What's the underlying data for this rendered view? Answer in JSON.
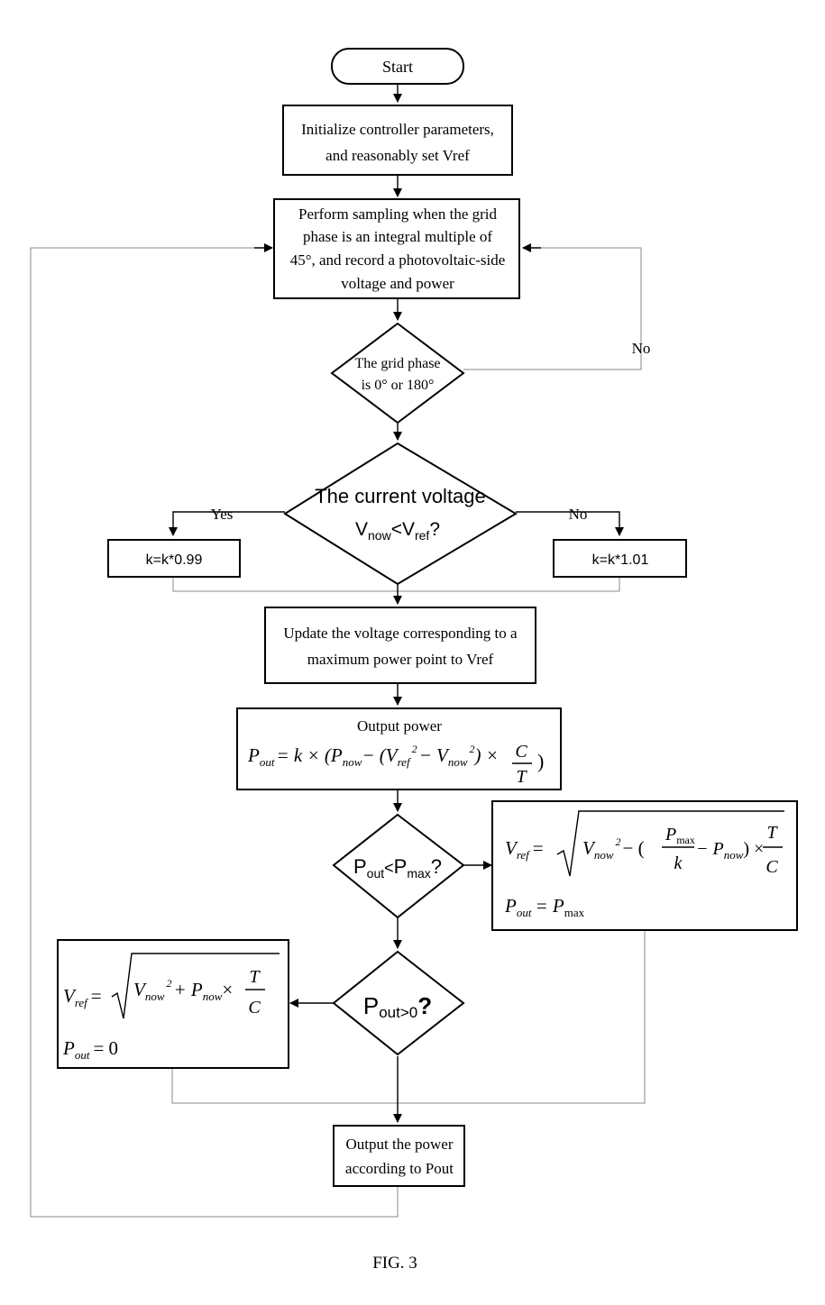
{
  "start": "Start",
  "init": {
    "line1": "Initialize controller parameters,",
    "line2": "and reasonably set Vref"
  },
  "sampling": {
    "line1": "Perform sampling when the grid",
    "line2": "phase is an integral multiple of",
    "line3": "45°, and record a photovoltaic-side",
    "line4": "voltage and power"
  },
  "phase_decision": {
    "line1": "The grid phase",
    "line2": "is 0° or 180°",
    "no_label": "No"
  },
  "voltage_decision": {
    "line1": "The current voltage",
    "v1": "V",
    "v1_sub": "now",
    "lt": "<",
    "v2": "V",
    "v2_sub": "ref",
    "q": "?",
    "yes_label": "Yes",
    "no_label": "No"
  },
  "k_decrease": "k=k*0.99",
  "k_increase": "k=k*1.01",
  "update": {
    "line1": "Update the voltage corresponding to a",
    "line2": "maximum power point to Vref"
  },
  "output_calc": {
    "title": "Output power",
    "P": "P",
    "out": "out",
    "eq_k": "= k × (P",
    "now": "now",
    "minus_v": "− (V",
    "ref": "ref",
    "sq": "2",
    "minus_v2": "− V",
    "close": ") ×",
    "C": "C",
    "T": "T",
    "end": ")"
  },
  "pmax_decision": {
    "P": "P",
    "out": "out",
    "lt": "<",
    "P2": "P",
    "max": "max",
    "q": "?"
  },
  "pmax_box": {
    "V": "V",
    "ref": "ref",
    "eq": "=",
    "Vn": "V",
    "now": "now",
    "sq": "2",
    "minus": "− (",
    "Pmax": "P",
    "max": "max",
    "k": "k",
    "minusP": "− P",
    "now2": "now",
    "close": ") ×",
    "T": "T",
    "C": "C",
    "P": "P",
    "out": "out",
    "eq2": "= P",
    "max2": "max"
  },
  "zero_decision": {
    "P": "P",
    "out": "out",
    "gt": ">0",
    "q": "?"
  },
  "zero_box": {
    "V": "V",
    "ref": "ref",
    "eq": "=",
    "Vn": "V",
    "now": "now",
    "sq": "2",
    "plus": "+ P",
    "now2": "now",
    "times": "×",
    "T": "T",
    "C": "C",
    "P": "P",
    "out": "out",
    "eq0": "= 0"
  },
  "output_power": {
    "line1": "Output the power",
    "line2": "according to Pout"
  },
  "caption": "FIG. 3"
}
